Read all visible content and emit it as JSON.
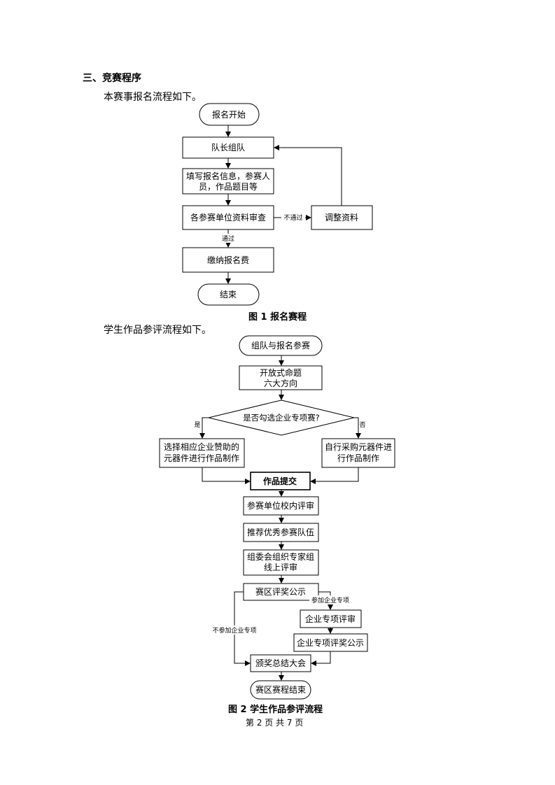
{
  "section_heading": "三、竞赛程序",
  "para1": "本赛事报名流程如下。",
  "para2": "学生作品参评流程如下。",
  "figure1": {
    "start": "报名开始",
    "team": "队长组队",
    "fill_line1": "填写报名信息，参赛人",
    "fill_line2": "员，作品题目等",
    "review": "各参赛单位资料审查",
    "adjust": "调整资料",
    "fail_label": "不通过",
    "pass_label": "通过",
    "pay": "缴纳报名费",
    "end": "结束",
    "caption": "图 1  报名赛程"
  },
  "figure2": {
    "start": "组队与报名参赛",
    "topic_line1": "开放式命题",
    "topic_line2": "六大方向",
    "decision": "是否勾选企业专项赛?",
    "yes_label": "是",
    "no_label": "否",
    "left_line1": "选择相应企业赞助的",
    "left_line2": "元器件进行作品制作",
    "right_line1": "自行采购元器件进",
    "right_line2": "行作品制作",
    "submit": "作品提交",
    "school_review": "参赛单位校内评审",
    "recommend": "推荐优秀参赛队伍",
    "online_line1": "组委会组织专家组",
    "online_line2": "线上评审",
    "publicity": "赛区评奖公示",
    "join_label": "参加企业专项",
    "not_join_label": "不参加企业专项",
    "ent_review": "企业专项评审",
    "ent_publicity": "企业专项评奖公示",
    "award": "颁奖总结大会",
    "end": "赛区赛程结束",
    "caption": "图 2  学生作品参评流程"
  },
  "footer": "第 2 页 共 7 页"
}
